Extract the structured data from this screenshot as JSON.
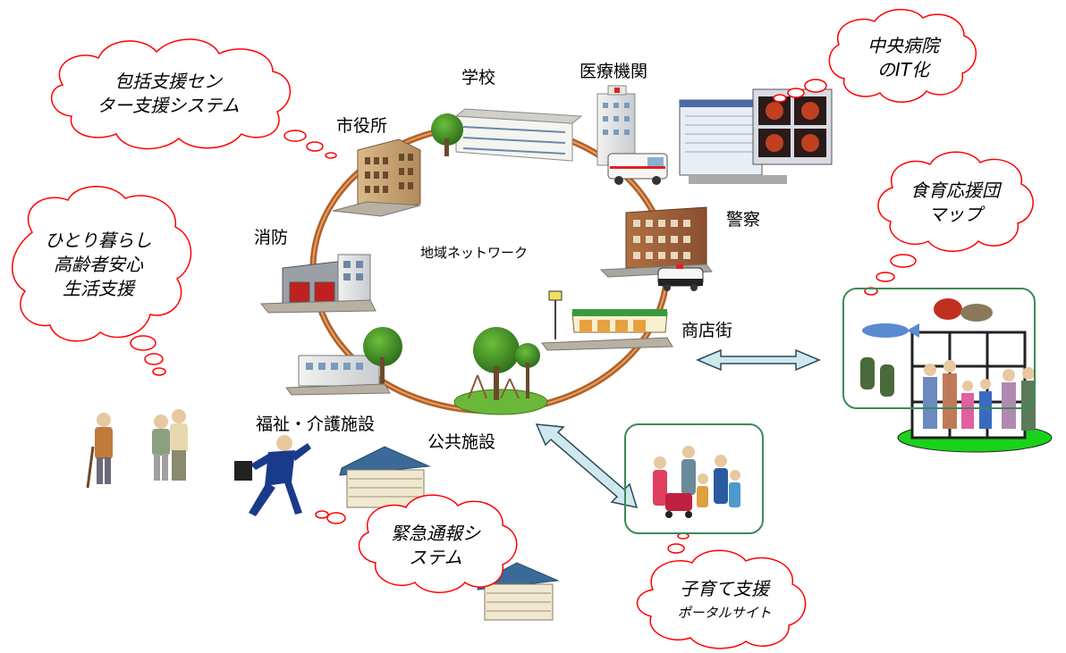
{
  "network_label": "地域ネットワーク",
  "nodes": {
    "school": "学校",
    "medical": "医療機関",
    "city_hall": "市役所",
    "police": "警察",
    "fire": "消防",
    "shopping": "商店街",
    "welfare": "福祉・介護施設",
    "public": "公共施設"
  },
  "clouds": {
    "support_center": [
      "包括支援セン",
      "ター支援システム"
    ],
    "central_hospital": [
      "中央病院",
      "のIT化"
    ],
    "food_education": [
      "食育応援団",
      "マップ"
    ],
    "elderly_living": [
      "ひとり暮らし",
      "高齢者安心",
      "生活支援"
    ],
    "emergency": [
      "緊急通報シ",
      "ステム"
    ],
    "childcare": [
      "子育て支援",
      "ポータルサイト"
    ]
  },
  "colors": {
    "ring": "#c8702a",
    "cloud_stroke": "#ff0000",
    "arrow_fill": "#cfe8ee",
    "arrow_stroke": "#2a4a5a",
    "frame": "#3a8a5a"
  }
}
